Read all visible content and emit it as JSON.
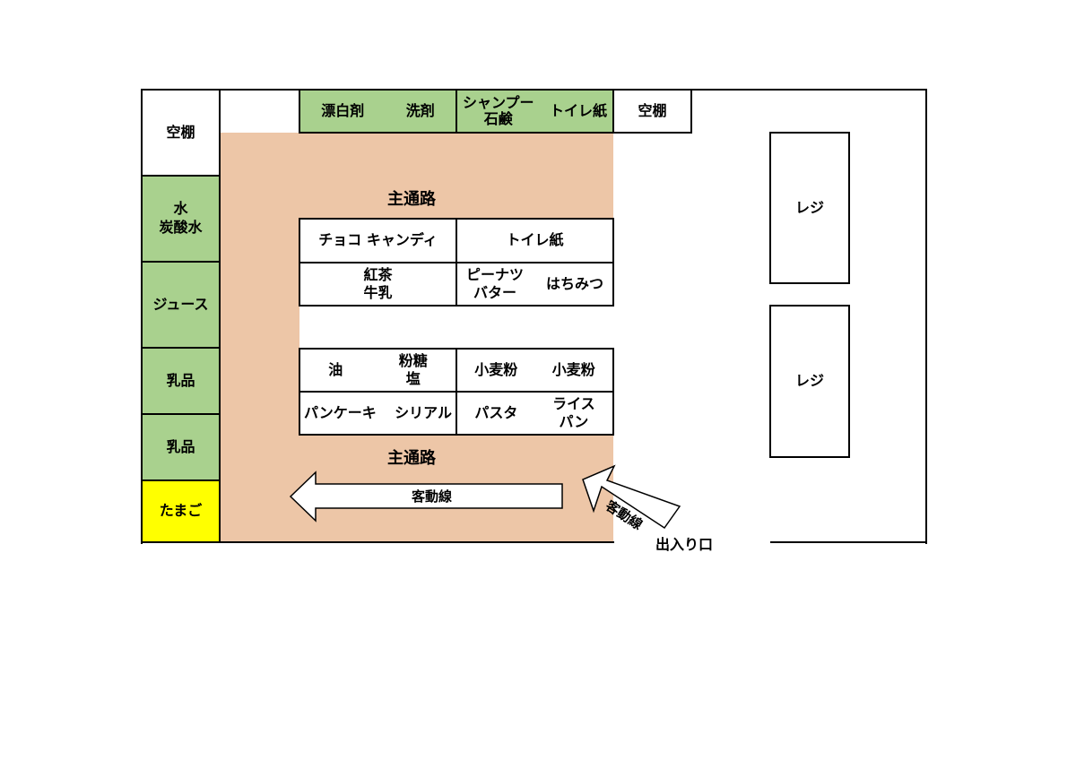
{
  "colors": {
    "shelf_green": "#a9d18e",
    "egg_yellow": "#ffff00",
    "aisle_fill": "#edc6a7",
    "outline": "#000000"
  },
  "left_wall": {
    "empty_shelf": "空棚",
    "water": "水\n炭酸水",
    "juice": "ジュース",
    "dairy_1": "乳品",
    "dairy_2": "乳品",
    "eggs": "たまご"
  },
  "top_wall": {
    "bleach": "漂白剤",
    "detergent": "洗剤",
    "shampoo_soap": "シャンプー\n石鹸",
    "toilet_paper": "トイレ紙",
    "empty_shelf": "空棚"
  },
  "main_aisle_label_top": "主通路",
  "main_aisle_label_bottom": "主通路",
  "island_1": {
    "chocolate_candy": "チョコ キャンディ",
    "toilet_paper": "トイレ紙",
    "tea_milk": "紅茶\n牛乳",
    "peanut_butter": "ピーナツ\nバター",
    "honey": "はちみつ"
  },
  "island_2": {
    "oil": "油",
    "sugar_salt": "粉糖\n塩",
    "flour_1": "小麦粉",
    "flour_2": "小麦粉",
    "pancake": "パンケーキ",
    "cereal": "シリアル",
    "pasta": "パスタ",
    "rice_bread": "ライス\nパン"
  },
  "registers": [
    "レジ",
    "レジ"
  ],
  "customer_flow_1": "客動線",
  "customer_flow_2": "客動線",
  "entrance": "出入り口"
}
